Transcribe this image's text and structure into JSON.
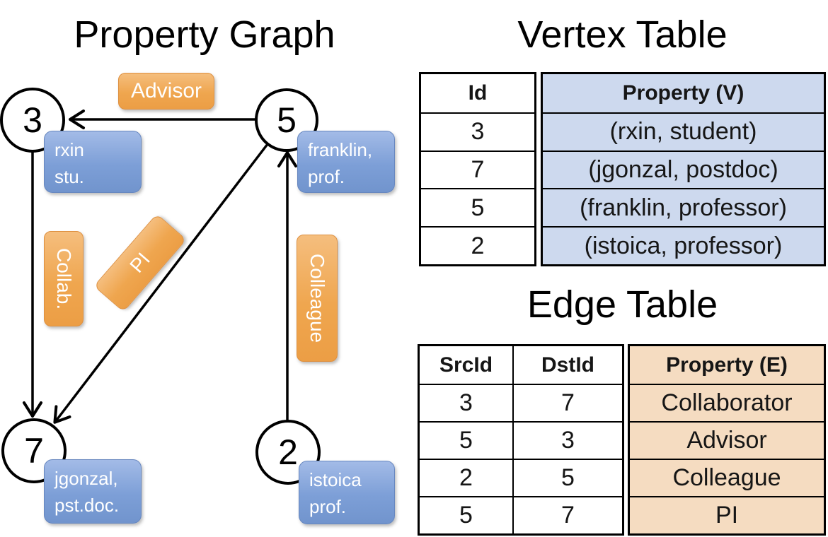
{
  "colors": {
    "edge_label_orange": "#EFA64F",
    "vertex_box_blue": "#7D9FD7",
    "vertex_table_property_bg": "#CDD9EE",
    "edge_table_property_bg": "#F5DCC1",
    "line_black": "#000000",
    "label_text_white": "#FFFFFF"
  },
  "graph": {
    "title": "Property Graph",
    "nodes": [
      {
        "id": "3",
        "label_line1": "rxin",
        "label_line2": "stu."
      },
      {
        "id": "5",
        "label_line1": "franklin,",
        "label_line2": "prof."
      },
      {
        "id": "7",
        "label_line1": "jgonzal,",
        "label_line2": "pst.doc."
      },
      {
        "id": "2",
        "label_line1": "istoica",
        "label_line2": "prof."
      }
    ],
    "edge_labels": {
      "advisor": "Advisor",
      "collab": "Collab.",
      "pi": "PI",
      "colleague": "Colleague"
    }
  },
  "vertex_table": {
    "title": "Vertex Table",
    "headers": {
      "id": "Id",
      "property": "Property (V)"
    },
    "rows": [
      {
        "id": "3",
        "property": "(rxin, student)"
      },
      {
        "id": "7",
        "property": "(jgonzal, postdoc)"
      },
      {
        "id": "5",
        "property": "(franklin, professor)"
      },
      {
        "id": "2",
        "property": "(istoica, professor)"
      }
    ]
  },
  "edge_table": {
    "title": "Edge Table",
    "headers": {
      "src": "SrcId",
      "dst": "DstId",
      "property": "Property (E)"
    },
    "rows": [
      {
        "src": "3",
        "dst": "7",
        "property": "Collaborator"
      },
      {
        "src": "5",
        "dst": "3",
        "property": "Advisor"
      },
      {
        "src": "2",
        "dst": "5",
        "property": "Colleague"
      },
      {
        "src": "5",
        "dst": "7",
        "property": "PI"
      }
    ]
  }
}
